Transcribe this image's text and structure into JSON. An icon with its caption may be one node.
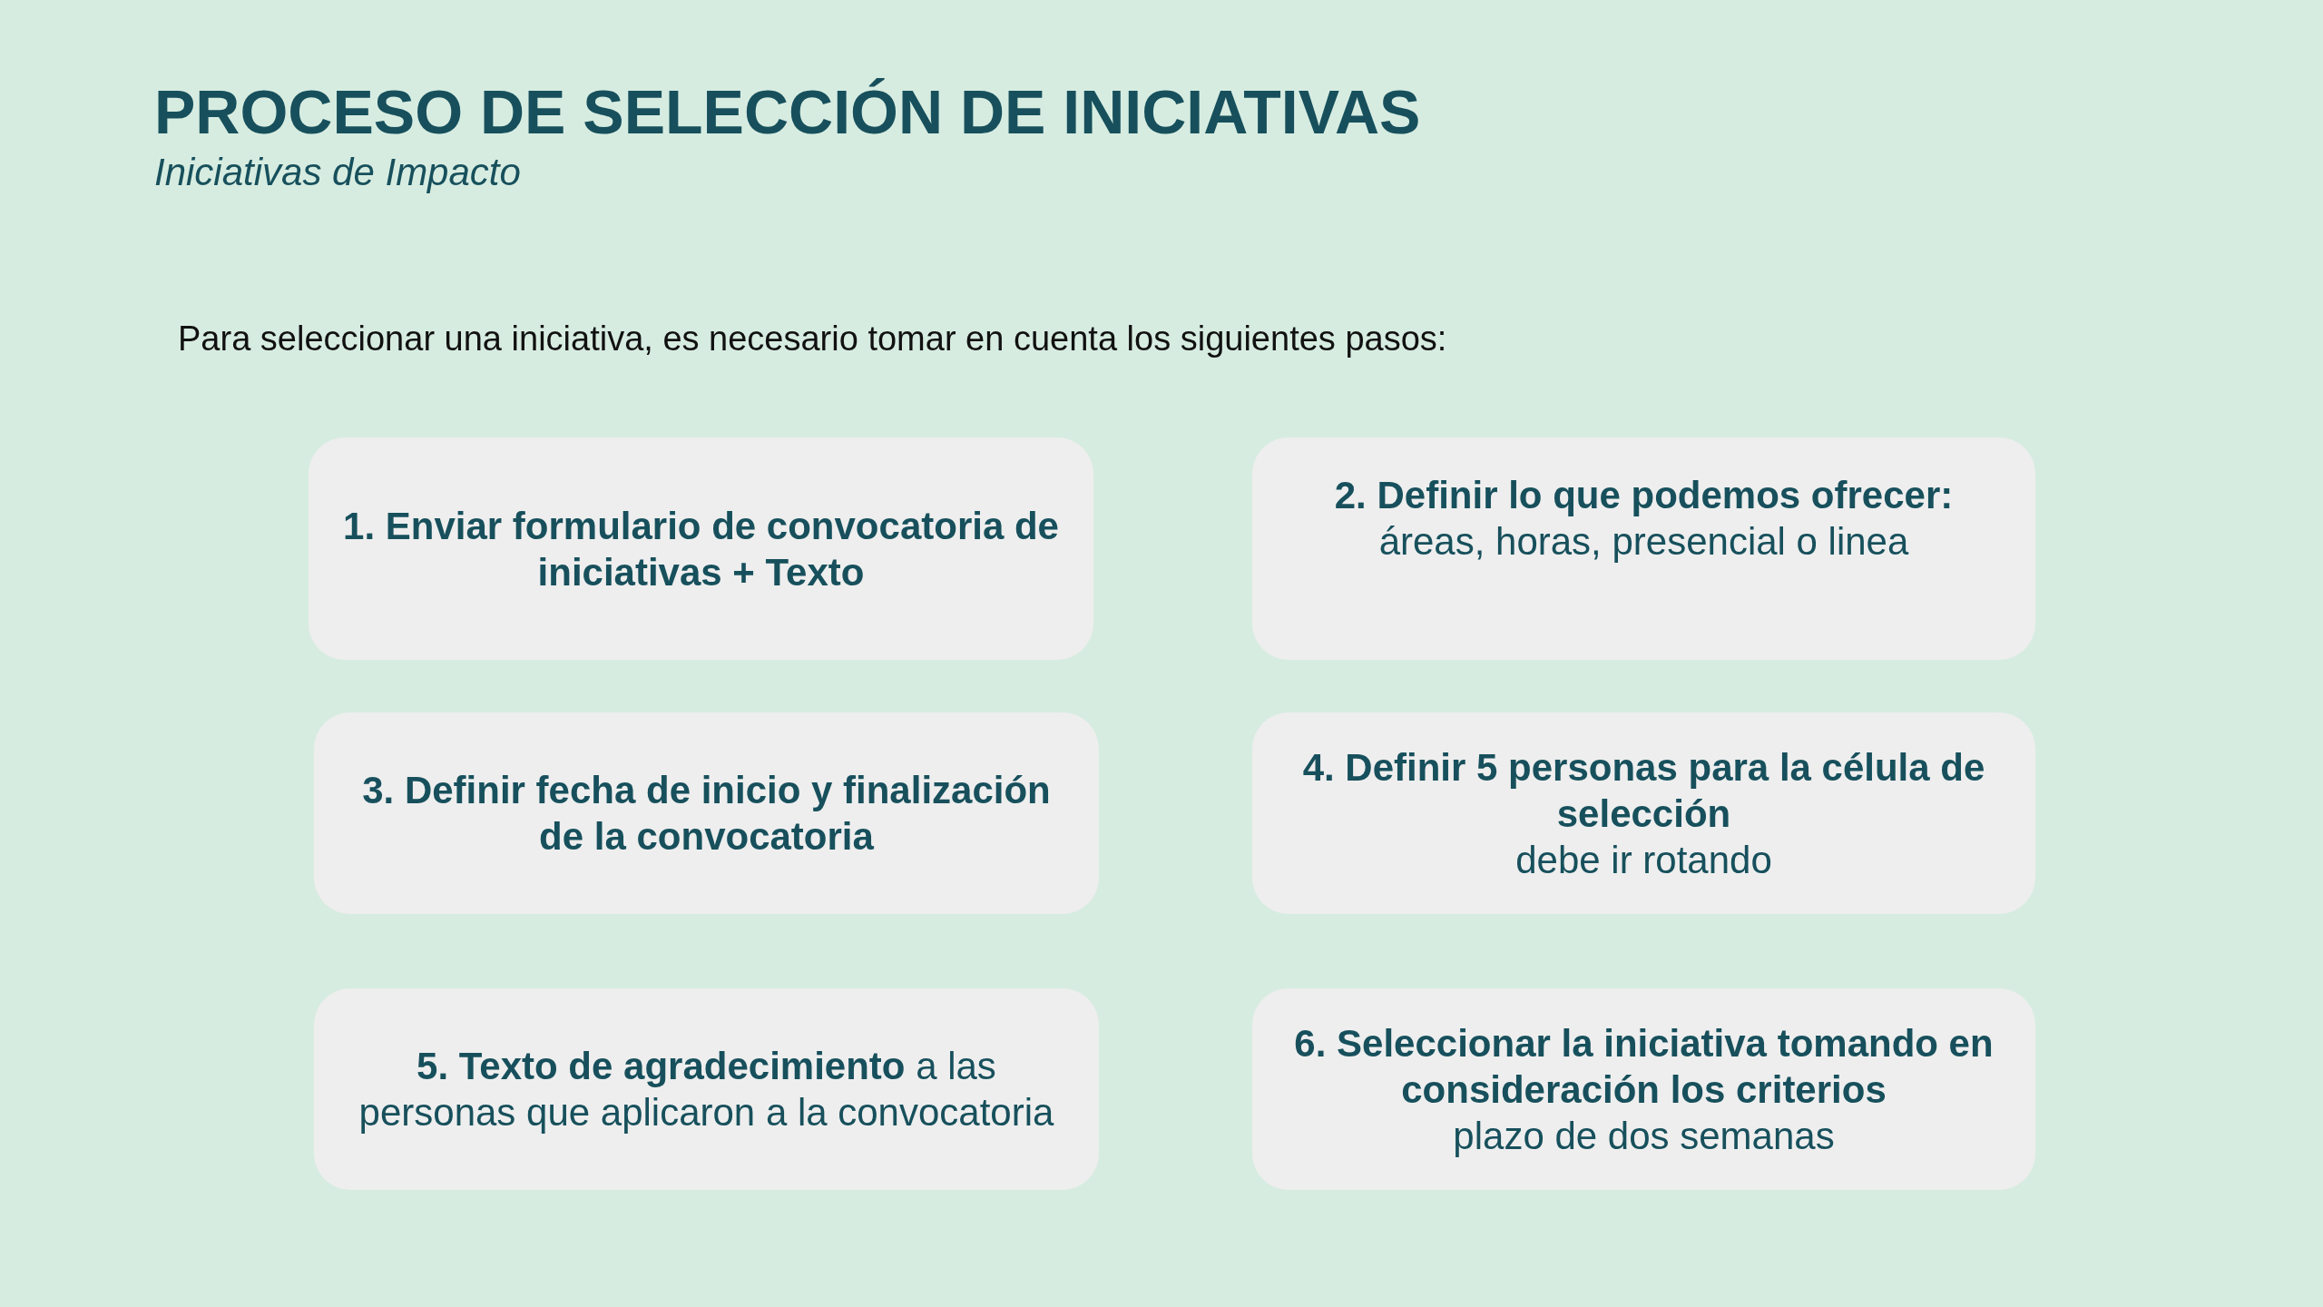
{
  "diagram": {
    "title": "PROCESO DE SELECCIÓN DE INICIATIVAS",
    "nodes": [
      {
        "text": [
          "1. Enviar formulario de convocatoria de iniciativas + Texto"
        ]
      },
      {
        "text": [
          "2. Definir lo que podemos ofrecer:",
          "áreas, horas, presencial o linea"
        ]
      },
      {
        "text": [
          "3. Definir fecha de inicio y finalización de la convocatoria"
        ]
      },
      {
        "text": [
          "4. Definir 5 personas para la célula de selección",
          "debe ir rotando"
        ]
      },
      {
        "text": [
          "**5. Texto de agradecimiento** a las personas que aplicaron a la convocatoria"
        ]
      },
      {
        "text": [
          "6. Seleccionar la iniciativa tomando en consideración los criterios",
          "plazo de dos semanas"
        ]
      }
    ],
    "labels": [
      "Iniciativas de Impacto",
      "Para seleccionar una iniciativa, es necesario tomar en cuenta los siguientes pasos:"
    ]
  }
}
